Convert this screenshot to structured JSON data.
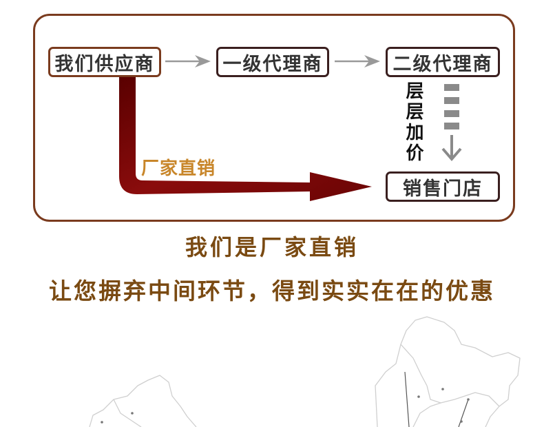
{
  "diagram": {
    "supplier": "我们供应商",
    "agent1": "一级代理商",
    "agent2": "二级代理商",
    "markup": "层层加价",
    "direct_label": "厂家直销",
    "store": "销售门店"
  },
  "headline": "我们是厂家直销",
  "subline": "让您摒弃中间环节，得到实实在在的优惠",
  "colors": {
    "frame": "#7a3b1e",
    "box_dark": "#3a1f1f",
    "text_dark": "#333333",
    "label_gold": "#c8862a",
    "headline": "#7a4a12",
    "arrow_red": "#7a0a0a",
    "arrow_gray": "#999999"
  }
}
